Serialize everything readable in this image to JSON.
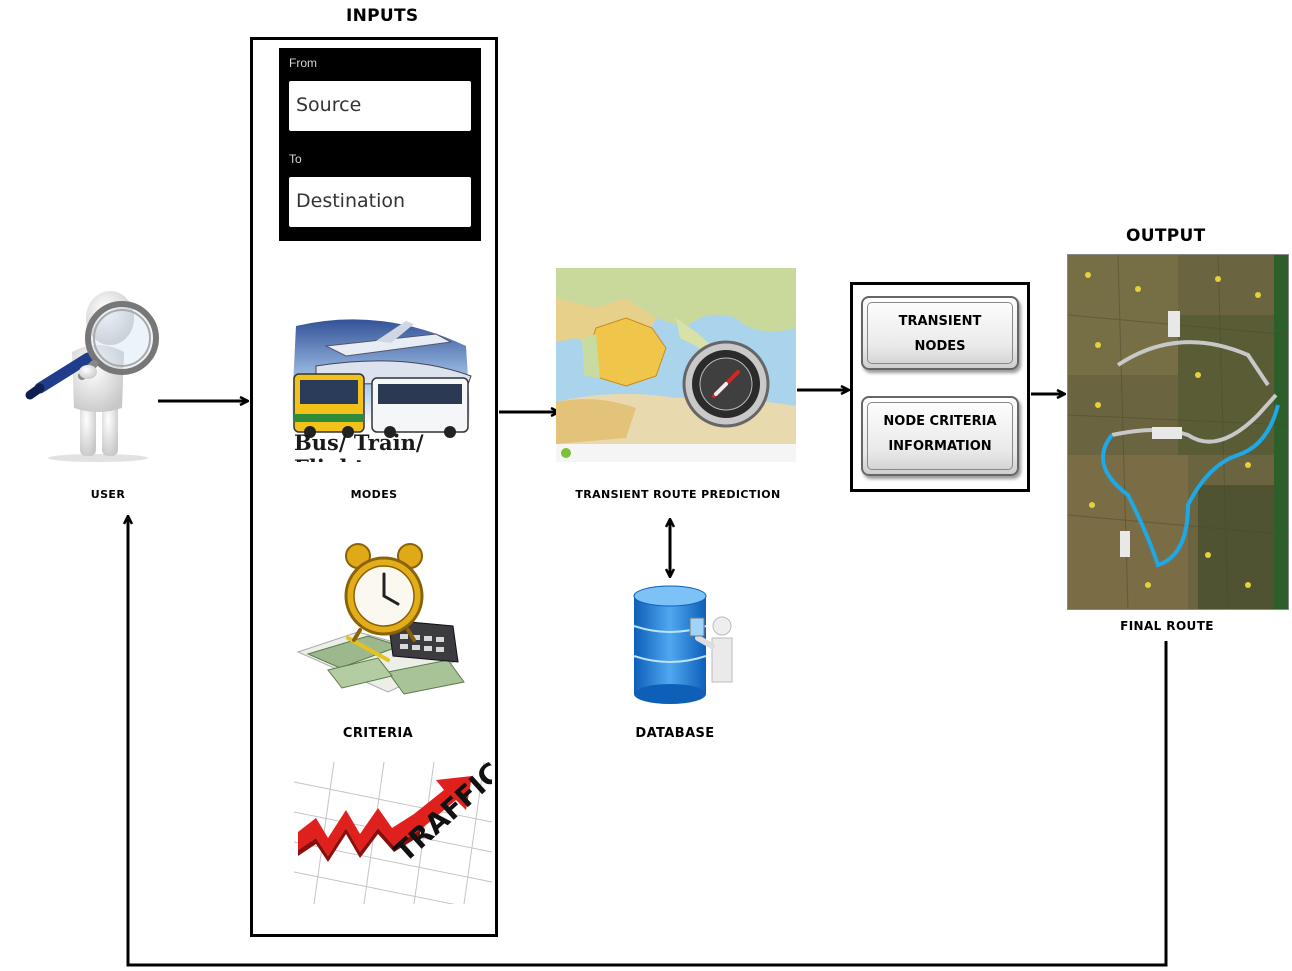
{
  "headings": {
    "inputs": "INPUTS",
    "output": "OUTPUT"
  },
  "form": {
    "from_label": "From",
    "source_value": "Source",
    "to_label": "To",
    "destination_value": "Destination"
  },
  "modes": {
    "image_text": "Bus/ Train/ Flight"
  },
  "traffic": {
    "image_text": "TRAFFIC"
  },
  "labels": {
    "user": "USER",
    "modes": "MODES",
    "criteria": "CRITERIA",
    "prediction": "TRANSIENT ROUTE PREDICTION",
    "database": "DATABASE",
    "final_route": "FINAL ROUTE"
  },
  "prediction_box": {
    "transient_nodes": [
      "TRANSIENT",
      "NODES"
    ],
    "node_criteria": [
      "NODE CRITERIA",
      "INFORMATION"
    ]
  },
  "colors": {
    "map_water": "#9fd0ea",
    "route_blue": "#1fa8e6",
    "traffic_red": "#e11b1b",
    "db_blue": "#1e7fd6"
  }
}
